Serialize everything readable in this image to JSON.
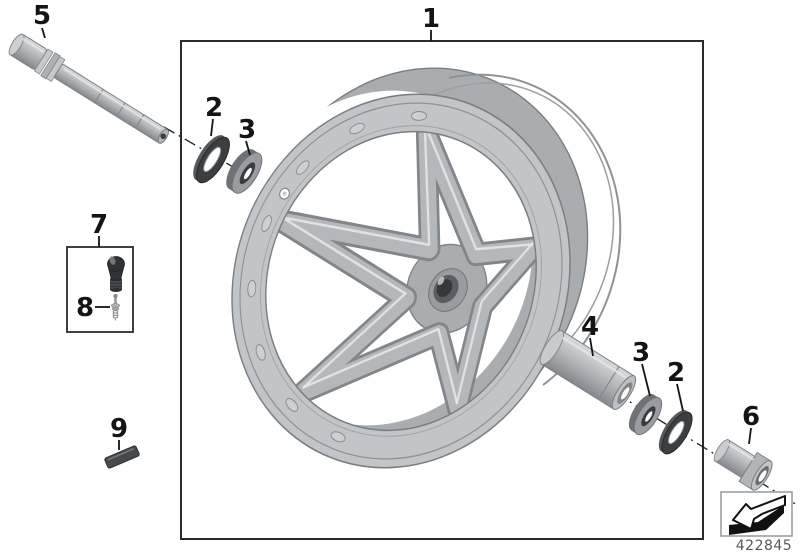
{
  "callouts": {
    "axle": "5",
    "wheel": "1",
    "seal_left": "2",
    "bearing_left": "3",
    "valve_kit": "7",
    "valve_core": "8",
    "balance_weight": "9",
    "spacer": "4",
    "bearing_right": "3",
    "seal_right": "2",
    "bushing": "6"
  },
  "footer": {
    "part_number": "422845",
    "icon": "extruded-arrow-down-left-icon"
  },
  "colors": {
    "line": "#141414",
    "box_border": "#2b2b2b",
    "metal_light": "#d8dadc",
    "metal_mid": "#b4b8bb",
    "metal_dark": "#84888c",
    "rim_band": "#c2c5c8",
    "barrel": "#a9adb0",
    "seal_dark": "#3c3f42",
    "part_number_text": "#55595d"
  }
}
